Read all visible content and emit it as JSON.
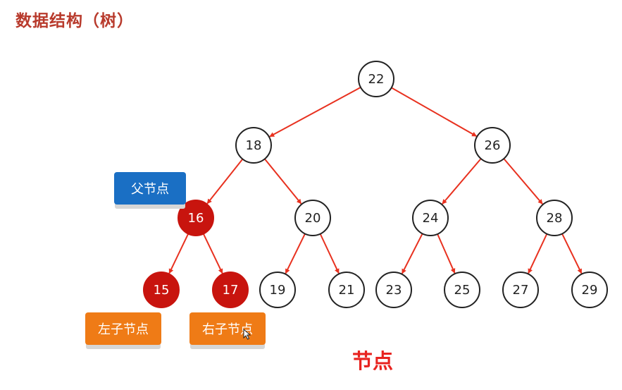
{
  "title": "数据结构（树）",
  "caption": "节点",
  "tags": {
    "parent": "父节点",
    "left_child": "左子节点",
    "right_child": "右子节点"
  },
  "colors": {
    "title": "#b83a2c",
    "edge": "#e8311f",
    "highlight_node": "#c8140e",
    "normal_node_stroke": "#222222",
    "parent_tag": "#1a6fc4",
    "child_tag": "#ef7b16",
    "caption": "#e8231f"
  },
  "tree": {
    "nodes": [
      {
        "id": "n22",
        "label": "22",
        "highlight": false
      },
      {
        "id": "n18",
        "label": "18",
        "highlight": false
      },
      {
        "id": "n26",
        "label": "26",
        "highlight": false
      },
      {
        "id": "n16",
        "label": "16",
        "highlight": true
      },
      {
        "id": "n20",
        "label": "20",
        "highlight": false
      },
      {
        "id": "n24",
        "label": "24",
        "highlight": false
      },
      {
        "id": "n28",
        "label": "28",
        "highlight": false
      },
      {
        "id": "n15",
        "label": "15",
        "highlight": true
      },
      {
        "id": "n17",
        "label": "17",
        "highlight": true
      },
      {
        "id": "n19",
        "label": "19",
        "highlight": false
      },
      {
        "id": "n21",
        "label": "21",
        "highlight": false
      },
      {
        "id": "n23",
        "label": "23",
        "highlight": false
      },
      {
        "id": "n25",
        "label": "25",
        "highlight": false
      },
      {
        "id": "n27",
        "label": "27",
        "highlight": false
      },
      {
        "id": "n29",
        "label": "29",
        "highlight": false
      }
    ],
    "edges": [
      {
        "from": "n22",
        "to": "n18"
      },
      {
        "from": "n22",
        "to": "n26"
      },
      {
        "from": "n18",
        "to": "n16"
      },
      {
        "from": "n18",
        "to": "n20"
      },
      {
        "from": "n26",
        "to": "n24"
      },
      {
        "from": "n26",
        "to": "n28"
      },
      {
        "from": "n16",
        "to": "n15"
      },
      {
        "from": "n16",
        "to": "n17"
      },
      {
        "from": "n20",
        "to": "n19"
      },
      {
        "from": "n20",
        "to": "n21"
      },
      {
        "from": "n24",
        "to": "n23"
      },
      {
        "from": "n24",
        "to": "n25"
      },
      {
        "from": "n28",
        "to": "n27"
      },
      {
        "from": "n28",
        "to": "n29"
      }
    ]
  }
}
